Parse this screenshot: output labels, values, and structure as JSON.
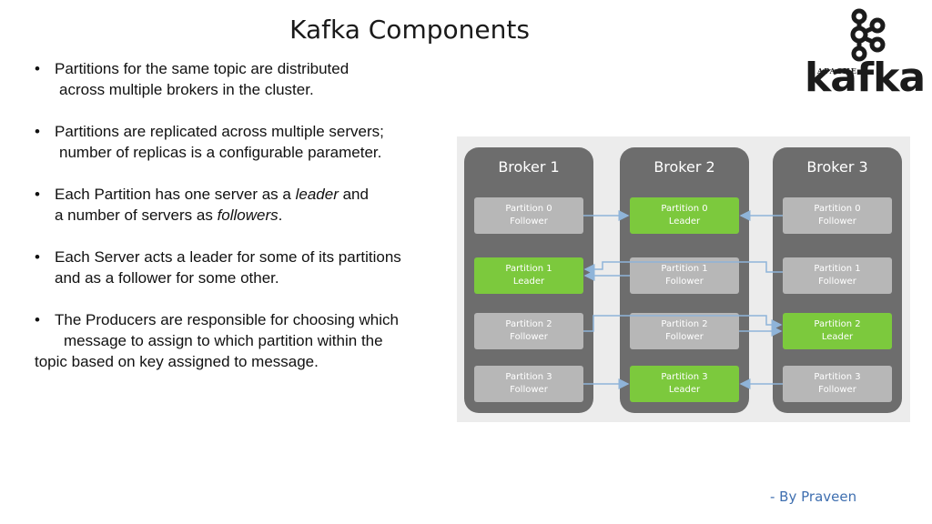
{
  "title": "Kafka Components",
  "bullets": [
    {
      "lines": [
        "Partitions for the same topic are distributed",
        "across multiple brokers in the cluster."
      ]
    },
    {
      "lines": [
        "Partitions are replicated across multiple servers;",
        "number of replicas is a configurable parameter."
      ]
    },
    {
      "line1_pre": "Each Partition has one server as a ",
      "line1_em": "leader",
      "line1_post": " and",
      "line2_pre": "a number of servers as ",
      "line2_em": "followers",
      "line2_post": "."
    },
    {
      "lines": [
        "Each Server acts a leader for some of its partitions",
        "and as a follower for some other."
      ]
    },
    {
      "lines": [
        "The Producers are responsible for choosing which",
        "message to assign to which partition within the",
        "topic based on key assigned to message."
      ]
    }
  ],
  "bullet_char": "•",
  "logo": {
    "apache": "APACHE",
    "name": "kafka"
  },
  "brokers": [
    {
      "title": "Broker 1",
      "partitions": [
        {
          "name": "Partition 0",
          "role": "Follower"
        },
        {
          "name": "Partition 1",
          "role": "Leader"
        },
        {
          "name": "Partition 2",
          "role": "Follower"
        },
        {
          "name": "Partition 3",
          "role": "Follower"
        }
      ]
    },
    {
      "title": "Broker 2",
      "partitions": [
        {
          "name": "Partition 0",
          "role": "Leader"
        },
        {
          "name": "Partition 1",
          "role": "Follower"
        },
        {
          "name": "Partition 2",
          "role": "Follower"
        },
        {
          "name": "Partition 3",
          "role": "Leader"
        }
      ]
    },
    {
      "title": "Broker 3",
      "partitions": [
        {
          "name": "Partition 0",
          "role": "Follower"
        },
        {
          "name": "Partition 1",
          "role": "Follower"
        },
        {
          "name": "Partition 2",
          "role": "Leader"
        },
        {
          "name": "Partition 3",
          "role": "Follower"
        }
      ]
    }
  ],
  "colors": {
    "leader": "#7cc93d",
    "follower": "#b7b7b7",
    "broker": "#6d6d6d",
    "arrow": "#8fb4d9"
  },
  "byline": "- By Praveen"
}
